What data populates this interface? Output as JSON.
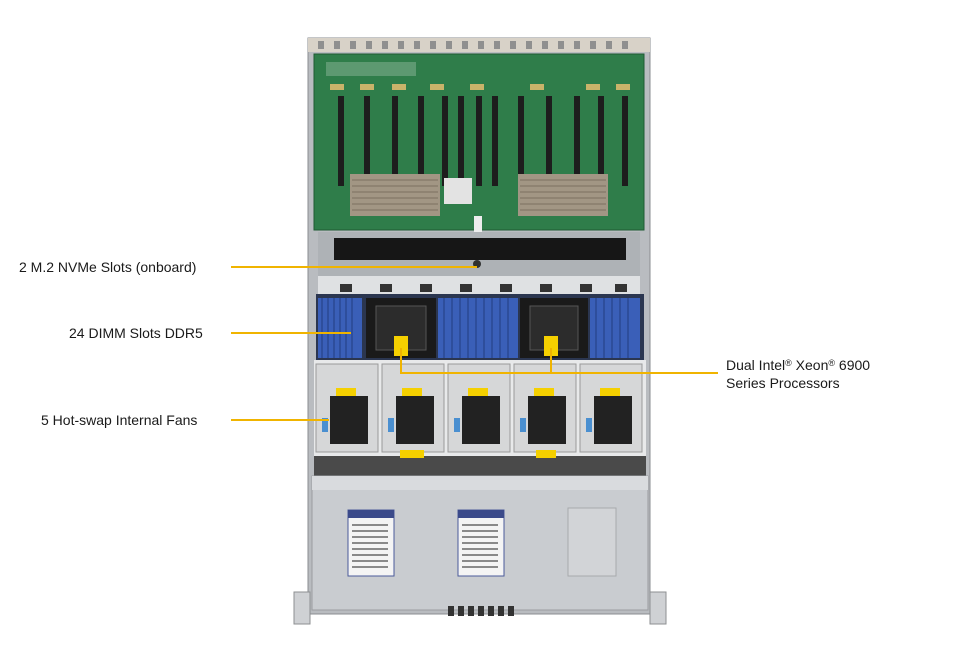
{
  "callouts": {
    "nvme": "2 M.2 NVMe Slots (onboard)",
    "dimm": "24 DIMM Slots DDR5",
    "fans": "5 Hot-swap Internal Fans",
    "cpu_line1_a": "Dual Intel",
    "cpu_reg1": "®",
    "cpu_line1_b": " Xeon",
    "cpu_reg2": "®",
    "cpu_line1_c": " 6900",
    "cpu_line2": "Series Processors"
  },
  "colors": {
    "leader_line": "#f0b400",
    "pcb": "#2f7d4a",
    "chassis": "#c9ccd0",
    "dimm": "#3a5fb8",
    "fan_body": "#222222",
    "label_tag": "#f5d000"
  }
}
